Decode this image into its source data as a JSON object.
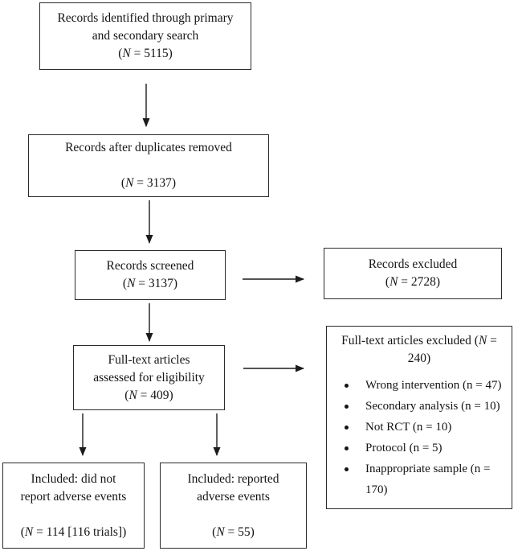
{
  "flowchart": {
    "colors": {
      "text": "#141414",
      "border": "#2b2b2b",
      "background": "#ffffff"
    },
    "boxes": {
      "identified": {
        "lines": [
          "Records identified through primary",
          "and secondary search",
          "(N = 5115)"
        ]
      },
      "duplicates": {
        "lines": [
          "Records after duplicates removed",
          "",
          "(N = 3137)"
        ]
      },
      "screened": {
        "lines": [
          "Records screened",
          "(N = 3137)"
        ]
      },
      "records_excluded": {
        "lines": [
          "Records excluded",
          "(N = 2728)"
        ]
      },
      "fulltext": {
        "lines": [
          "Full-text articles",
          "assessed for eligibility",
          "(N = 409)"
        ]
      },
      "fulltext_excluded": {
        "title_lines": [
          "Full-text articles excluded (N =",
          "240)"
        ],
        "reasons": [
          "Wrong intervention (n = 47)",
          "Secondary analysis (n = 10)",
          "Not RCT (n = 10)",
          "Protocol (n = 5)",
          "Inappropriate sample (n = 170)"
        ]
      },
      "included_no_ae": {
        "lines": [
          "Included: did not",
          "report adverse events",
          "",
          "(N = 114 [116 trials])"
        ]
      },
      "included_ae": {
        "lines": [
          "Included: reported",
          "adverse events",
          "",
          "(N = 55)"
        ]
      }
    }
  }
}
